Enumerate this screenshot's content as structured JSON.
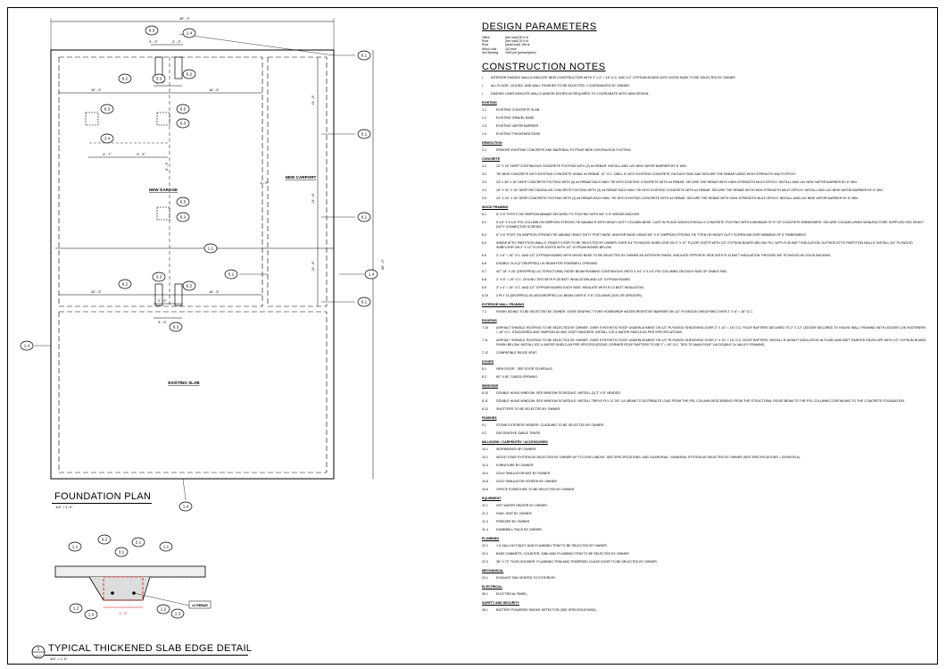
{
  "plan": {
    "title": "FOUNDATION PLAN",
    "scale": "1/4\" = 1'-0\"",
    "dims": {
      "overall_width": "48' - 0\"",
      "overall_depth": "66' - 0\"",
      "left_width": "30' - 5\"",
      "right_width": "16' - 5\"",
      "left_width_2": "30' - 5\"",
      "right_width_2": "16' - 5\"",
      "top_a": "3' - 3\"",
      "top_b": "3' - 3\"",
      "small_a": "2' - 7\"",
      "small_b": "2' - 5\"",
      "pad_gap": "4' - 7\"",
      "pad_gap_2": "3' - 5\"",
      "mid_a": "9' - 1\"",
      "v_top": "13' - 8\"",
      "v_mid": "13' - 8\"",
      "v_low": "13' - 8\"",
      "v_col": "6' - 3\"",
      "v_gar": "1' - 0\"",
      "bottom_gap": "3' - 5\""
    },
    "rooms": {
      "garage": "NEW GARAGE",
      "carport": "NEW CARPORT",
      "slab": "EXISTING SLAB"
    },
    "tags": [
      "1.4",
      "6.3",
      "6.2",
      "3.3",
      "6.2",
      "6.1",
      "6.3",
      "3.4",
      "6.5",
      "6.3",
      "6.1",
      "6.5",
      "6.3",
      "6.1",
      "1.1",
      "5.1",
      "1.4",
      "6.1",
      "3.3",
      "6.2",
      "6.2",
      "6.3",
      "1.4",
      "1.4"
    ]
  },
  "detail": {
    "number": "1",
    "sheet": "A-2",
    "title": "TYPICAL THICKENED SLAB EDGE DETAIL",
    "scale": "3/4\" = 1'-0\"",
    "tags": [
      "1.1",
      "3.2",
      "2.1",
      "3.1",
      "1.1",
      "1.2",
      "1.3",
      "1.2",
      "1.3"
    ],
    "dim": "1' - 0\"",
    "rebar": "#4 REBAR"
  },
  "design": {
    "title": "DESIGN PARAMETERS",
    "rows": [
      {
        "k": "Office",
        "v": "(live load)   50 # sf"
      },
      {
        "k": "Roof",
        "v": "(live load)   20 # sf"
      },
      {
        "k": "Roof",
        "v": "(dead load)   15# sf"
      },
      {
        "k": "Wind Load",
        "v": "110 mph"
      },
      {
        "k": "Soil Bearing",
        "v": "1500 psf (presumptive)"
      }
    ]
  },
  "construction": {
    "title": "CONSTRUCTION NOTES",
    "bullets": [
      "INTERIOR SHADED WALLS INDICATE NEW CONSTRUCTION WITH 2\" x 4\" = 16\" O.C. AND 1/2\" GYPSUM BOARD WITH WOOD BASE TO BE SELECTED BY OWNER.",
      "ALL FLOOR, CEILING, AND WALL FINISHES TO BE SELECTED / COORDINATED BY OWNER.",
      "DASHED LINES INDICATE WALLS AND/OR DOORS AS REQUIRED TO COORDINATE WITH NEW DESIGN."
    ],
    "sections": [
      {
        "h": "EXISTING",
        "items": [
          {
            "n": "1.1",
            "t": "EXISTING CONCRETE SLAB."
          },
          {
            "n": "1.2",
            "t": "EXISTING GRAVEL BASE"
          },
          {
            "n": "1.3",
            "t": "EXISTING VAPOR BARRIER."
          },
          {
            "n": "1.4",
            "t": "EXISTING THICKENED EDGE"
          }
        ]
      },
      {
        "h": "DEMOLITION",
        "items": [
          {
            "n": "2.1",
            "t": "REMOVE EXISTING CONCRETE AND MATERIAL TO POUR NEW CONTINUOUS FOOTING."
          }
        ]
      },
      {
        "h": "CONCRETE",
        "items": [
          {
            "n": "3.1",
            "t": "12\" X 16\" DEEP CONTINUOUS CONCRETE FOOTING WITH (2) #4 REBAR. INSTALL AND LAY NEW VAPOR BARRIER BY 6\" MIN."
          },
          {
            "n": "3.2",
            "t": "TIE NEW CONCRETE INTO EXISTING CONCRETE USING #4 REBAR. 12\" O.C. DRILL 6\" INTO EXISTING CONCRETE ON EACH SIDE AND SECURE THE REBAR USING HIGH-STRENGTH MULTI EPOXY."
          },
          {
            "n": "3.3",
            "t": "24\" x 36\" x 18\" DEEP CONCRETE FOOTING WITH (4) #4 REBAR EACH WAY. TIE INTO EXISTING CONCRETE WITH #4 REBAR. SECURE THE REBAR WITH HIGH-STRENGTH MULTI EPOXY. INSTALL AND LAY NEW VAPOR BARRIER BY 6\" MIN."
          },
          {
            "n": "3.4",
            "t": "16\" X 32\" X 18\" DEEP RECTANGULAR CONCRETE FOOTING WITH (3) #4 REBAR EACH WAY. TIE INTO EXISTING CONCRETE WITH #4 REBAR. SECURE THE REBAR WITH HIGH-STRENGTH MULTI EPOXY. INSTALL AND LAY NEW VAPOR BARRIER BY 6\" MIN."
          },
          {
            "n": "3.5",
            "t": "24\" X 24\" X 18\" DEEP CONCRETE FOOTING WITH (3) #4 REBAR EACH WAY. TIE INTO EXISTING CONCRETE WITH #4 REBAR. SECURE THE REBAR WITH HIGH-STRENGTH MULTI EPOXY. INSTALL AND LAY NEW VAPOR BARRIER BY 6\" MIN."
          }
        ]
      },
      {
        "h": "WOOD FRAMING",
        "items": [
          {
            "n": "6.1",
            "t": "6\" X 6\" POSTS ON SIMPSON ABA66Z SECURED TO FOOTING WITH 5/8\" X 6\" WEDGE ANCHOR."
          },
          {
            "n": "6.2",
            "t": "5 1/4\" X 5 1/4\" PSL COLUMN ON SIMPSON STRONG-TIE ABU66Z-R WITH HEAVY DUTY COLUMN BASE. CAST-IN-PLACE MONOLITHICALLY CONCRETE FOOTING WITH A MINIMUM OF 6\" OF CONCRETE EMBEDMENT. SECURE COLUMN USING MANUFACTURE SUPPLIED SDS HEAVY DUTY CONNECTOR SCREWS."
          },
          {
            "n": "6.3",
            "t": "6\" X 6\" POST ON SIMPSON STRONG-TIE ABU66Z HEAVY DUTY POST BASE. ANCHOR BASE USING 5/8\" X 6\" SIMPSON STRONG-TIE TITEN HD HEAVY DUTY SCREW ANCHOR MINIMUM OF 5\" EMBEDMENT."
          },
          {
            "n": "6.4",
            "t": "INSIDE ATTIC PARTITION WALLS, FINISH FLOOR TO BE SELECTED BY OWNER OVER 3/4\" PLYWOOD SUBFLOOR ON 2\" X 12\" FLOOR JOISTS WITH 1/2\" GYPSUM BOARD BELOW. FILL WITH R-30 BATT INSULATION. OUTSIDE ATTIC PARTITION WALLS, INSTALL 3/4\" PLYWOOD SUBFLOOR ON 2\" X 12\" FLOOR JOISTS WITH 1/2\" GYPSUM BOARD BELOW."
          },
          {
            "n": "6.5",
            "t": "2\" x 6\" = 16\" O.C. AND 1/2\" GYPSUM BOARD WITH WOOD BASE TO BE SELECTED BY OWNER AS INTERIOR FINISH. INSULATE OPPOSITE SIDE WITH R-19 BATT INSULATION. PROVIDE 5/8\" PLYWOOD AS SOLID BACKING."
          },
          {
            "n": "6.6",
            "t": "DOUBLE 2x 8 (2\" DROPPED) LVL BEAM FOR STAIRWELL OPENING."
          },
          {
            "n": "6.7",
            "t": "4/7\" 18\" X 20\" (DROPPED) LVL STRUCTURAL RIDGE BEAM RUNNING CONTINUOUS ONTO 5 1/4\" X 5 1/4\" PSL COLUMNS ON EACH SIDE OF GABLE END."
          },
          {
            "n": "6.8",
            "t": "2\" X 8\" = 16\" O.C. CEILING TIES WITH R-30 BATT INSULATION AND 1/2\" GYPSUM BOARD."
          },
          {
            "n": "6.9",
            "t": "2\" x 4\" = 16\" O.C. AND 1/2\" GYPSUM BOARD EACH SIDE. INSULATE WITH R-13 BATT INSULATION."
          },
          {
            "n": "6.10",
            "t": "3 PLY 14 (DROPPED) GLUED/DROPPED LVL BEAM OVER 6\" X 6\" COLUMNS (3/20 OR GREATER)."
          }
        ]
      },
      {
        "h": "EXTERIOR WALL FRAMING",
        "items": [
          {
            "n": "7.1",
            "t": "FINISH SIDING TO BE SELECTED BY OWNER. OVER GRAPHIC TYVEK HOMEWRAP WATER-RESISTIVE BARRIER ON 1/2\" PLYWOOD SHEATHING OVER 2\" X 6\" = 16\" O.C."
          }
        ]
      },
      {
        "h": "ROOFING",
        "items": [
          {
            "n": "7.10",
            "t": "ASPHALT SHINGLE ROOFING TO BE SELECTED BY OWNER. OVER SYNTHETIC ROOF UNDERLAYMENT ON 1/2\" PLYWOOD SHEATHING OVER 2\" X 10\" = 16\" O.C. ROOF RAFTERS SECURED TO 2\" X 12\" LEDGER SECURED TO HOUSE WALL FRAMING WITH LEDGER LOK FASTENERS = 16\" O.C. STAGGERED AND SIMPSON ALUMX JOIST HANGERS. INSTALL ICE & WATER SHIELD AS PER SPECIFICATIONS."
          },
          {
            "n": "7.11",
            "t": "ASPHALT SHINGLE ROOFING TO BE SELECTED BY OWNER. OVER SYNTHETIC ROOF UNDERLAYMENT ON 1/2\" PLYWOOD SHEATHING OVER 2\" X 10\" = 16\" O.C. ROOF RAFTERS. INSTALL R-38 BATT INSULATION IN FLASH AND BATT PAINTED ENVELOPE WITH 1/2\" GYPSUM BOARD FINISH BELOW. INSTALL ICE & WATER SHIELD AS PER SPECIFICATIONS. DORMER ROOF RAFTERS TO BE 2\" = 16\" O.C. TIED TO MAIN ROOF VIA DOUBLE 2x VALLEY FRAMING."
          },
          {
            "n": "7.12",
            "t": "COMPATIBLE RIDGE VENT."
          }
        ]
      },
      {
        "h": "DOORS",
        "items": [
          {
            "n": "8.1",
            "t": "NEW DOOR - SEE DOOR SCHEDULE."
          },
          {
            "n": "8.2",
            "t": "60\" X 80\" CASED OPENING."
          }
        ]
      },
      {
        "h": "WINDOWS",
        "items": [
          {
            "n": "8.10",
            "t": "DOUBLE HUNG WINDOW. SEE WINDOW SCHEDULE. INSTALL (2) 2\" X 8\" HEADER."
          },
          {
            "n": "8.11",
            "t": "DOUBLE HUNG WINDOW. SEE WINDOW SCHEDULE. INSTALL TRIPLE PLY 11 7/8\" LVL BEAM TO DISTRIBUTE LOAD FROM THE PSL COLUMN DESCENDING FROM THE STRUCTURAL RIDGE BEAM TO THE PSL COLUMNS CONTINUING TO THE CONCRETE FOUNDATION."
          },
          {
            "n": "8.12",
            "t": "SHUTTERS TO BE SELECTED BY OWNER."
          }
        ]
      },
      {
        "h": "FINISHES",
        "items": [
          {
            "n": "9.1",
            "t": "STONE EXTERIOR VENEER. CLADDING TO BE SELECTED BY OWNER."
          },
          {
            "n": "9.2",
            "t": "DECORATIVE GABLE TRUSS."
          }
        ]
      },
      {
        "h": "MILLWORK / CARPENTRY / ACCESSORIES",
        "items": [
          {
            "n": "10.1",
            "t": "WORKBENCH BY OWNER."
          },
          {
            "n": "10.2",
            "t": "WOOD STAIR SYSTEM AS SELECTED BY OWNER UP TO LEVEL ABOVE. SEE SPECIFICATIONS. AND GUARDRAIL / HANDRAIL SYSTEM AS SELECTED BY OWNER (SEE SPECIFICATIONS = DIVISION 6)."
          },
          {
            "n": "10.3",
            "t": "FURNITURE BY OWNER."
          },
          {
            "n": "10.4",
            "t": "GOLF SIMULATOR MAT BY OWNER."
          },
          {
            "n": "10.5",
            "t": "GOLF SIMULATOR SCREEN BY OWNER."
          },
          {
            "n": "10.6",
            "t": "OFFICE FURNITURE TO BE SELECTED BY OWNER."
          }
        ]
      },
      {
        "h": "EQUIPMENT",
        "items": [
          {
            "n": "11.1",
            "t": "HOT WATER HEATER BY OWNER."
          },
          {
            "n": "11.2",
            "t": "HVAC UNIT BY OWNER."
          },
          {
            "n": "11.3",
            "t": "FREEZER BY OWNER."
          },
          {
            "n": "11.4",
            "t": "DUMBBELL RACK BY OWNER."
          }
        ]
      },
      {
        "h": "PLUMBING",
        "items": [
          {
            "n": "22.1",
            "t": "1.6 GALLON TOILET AND PLUMBING TRIM TO BE SELECTED BY OWNER."
          },
          {
            "n": "22.2",
            "t": "BASE CABINETS, COUNTER, SINK AND PLUMBING TRIM TO BE SELECTED BY OWNER."
          },
          {
            "n": "22.3",
            "t": "36\" X 72\" TILED SHOWER. PLUMBING TRIM AND TEMPERED GLASS DOOR TO BE SELECTED BY OWNER."
          }
        ]
      },
      {
        "h": "MECHANICAL",
        "items": [
          {
            "n": "23.1",
            "t": "EXHAUST FAN VENTED TO EXTERIOR."
          }
        ]
      },
      {
        "h": "ELECTRICAL",
        "items": [
          {
            "n": "26.1",
            "t": "ELECTRICAL PANEL."
          }
        ]
      },
      {
        "h": "SAFETY AND SECURITY",
        "items": [
          {
            "n": "28.1",
            "t": "BATTERY POWERED SMOKE DETECTOR (SEE SPECIFICATIONS)."
          }
        ]
      }
    ]
  }
}
